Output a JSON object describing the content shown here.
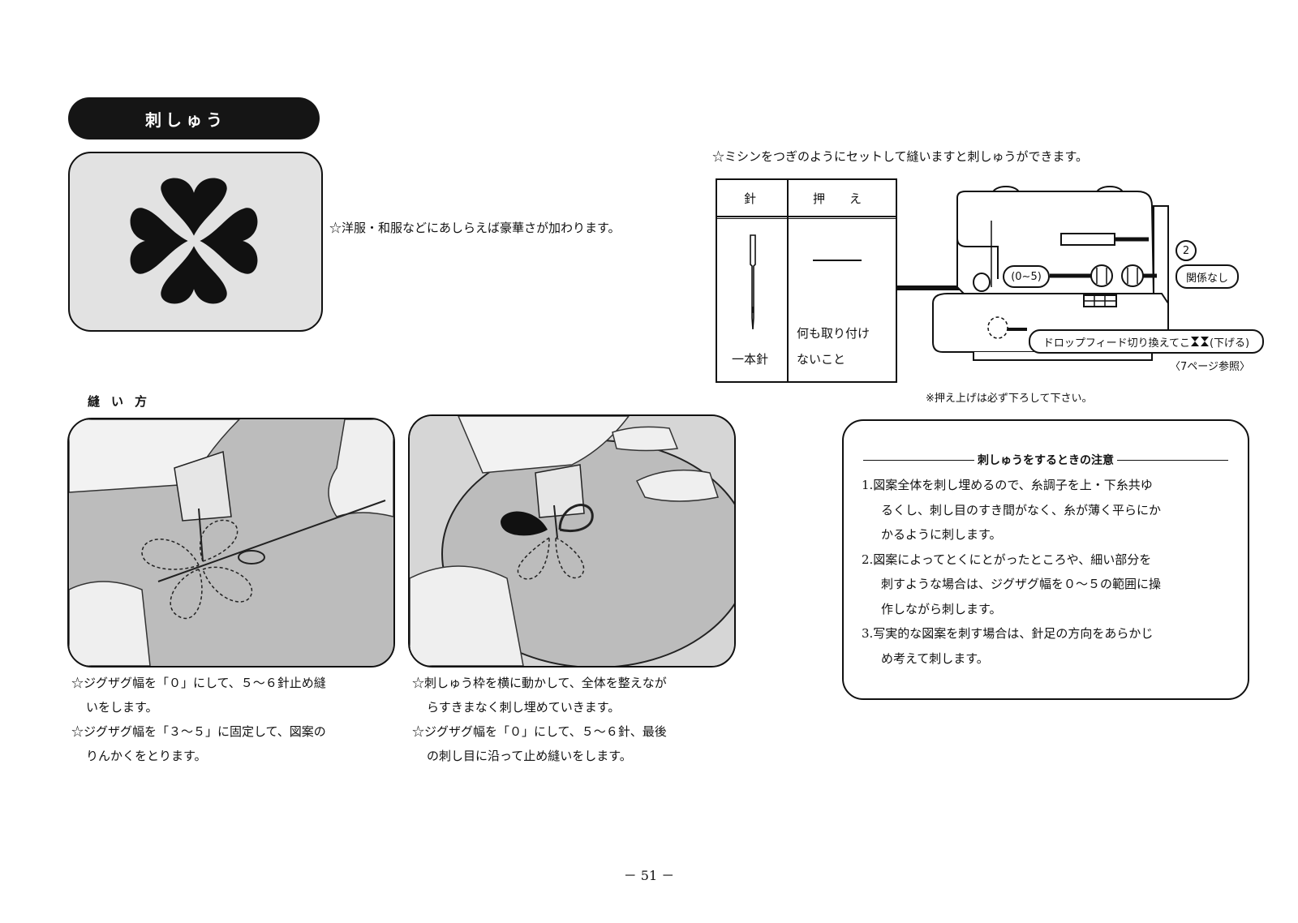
{
  "header": {
    "title": "刺しゅう"
  },
  "intro": {
    "text": "☆洋服・和服などにあしらえば豪華さが加わります。"
  },
  "setup": {
    "caption": "☆ミシンをつぎのようにセットして縫いますと刺しゅうができます。",
    "table": {
      "col1_header": "針",
      "col2_header": "押　　え",
      "col1_value": "一本針",
      "col2_value_line1": "何も取り付け",
      "col2_value_line2": "ないこと",
      "col2_dash": "———"
    },
    "callouts": {
      "stitch_length": "2",
      "zigzag_width": "(0∼5)",
      "pattern": "関係なし",
      "drop_feed": "ドロップフィード切り換えてこ",
      "drop_feed_suffix": "(下げる)",
      "reference": "〈7ページ参照〉"
    },
    "footnote": "※押え上げは必ず下ろして下さい。"
  },
  "method": {
    "heading": "縫い方",
    "step1": {
      "line1": "☆ジグザグ幅を「０」にして、５～６針止め縫",
      "line2": "いをします。",
      "line3": "☆ジグザグ幅を「３～５」に固定して、図案の",
      "line4": "りんかくをとります。"
    },
    "step2": {
      "line1": "☆刺しゅう枠を横に動かして、全体を整えなが",
      "line2": "らすきまなく刺し埋めていきます。",
      "line3": "☆ジグザグ幅を「０」にして、５～６針、最後",
      "line4": "の刺し目に沿って止め縫いをします。"
    }
  },
  "notes": {
    "title": "刺しゅうをするときの注意",
    "items": [
      {
        "line1": "1.図案全体を刺し埋めるので、糸調子を上・下糸共ゆ",
        "line2": "るくし、刺し目のすき間がなく、糸が薄く平らにか",
        "line3": "かるように刺します。"
      },
      {
        "line1": "2.図案によってとくにとがったところや、細い部分を",
        "line2": "刺すような場合は、ジグザグ幅を０～５の範囲に操",
        "line3": "作しながら刺します。"
      },
      {
        "line1": "3.写実的な図案を刺す場合は、針足の方向をあらかじ",
        "line2": "め考えて刺します。"
      }
    ]
  },
  "footer": {
    "page_number": "－ 51 －"
  },
  "colors": {
    "ink": "#111111",
    "fabric_gray": "#bdbdbd",
    "pill_bg": "#151515"
  }
}
